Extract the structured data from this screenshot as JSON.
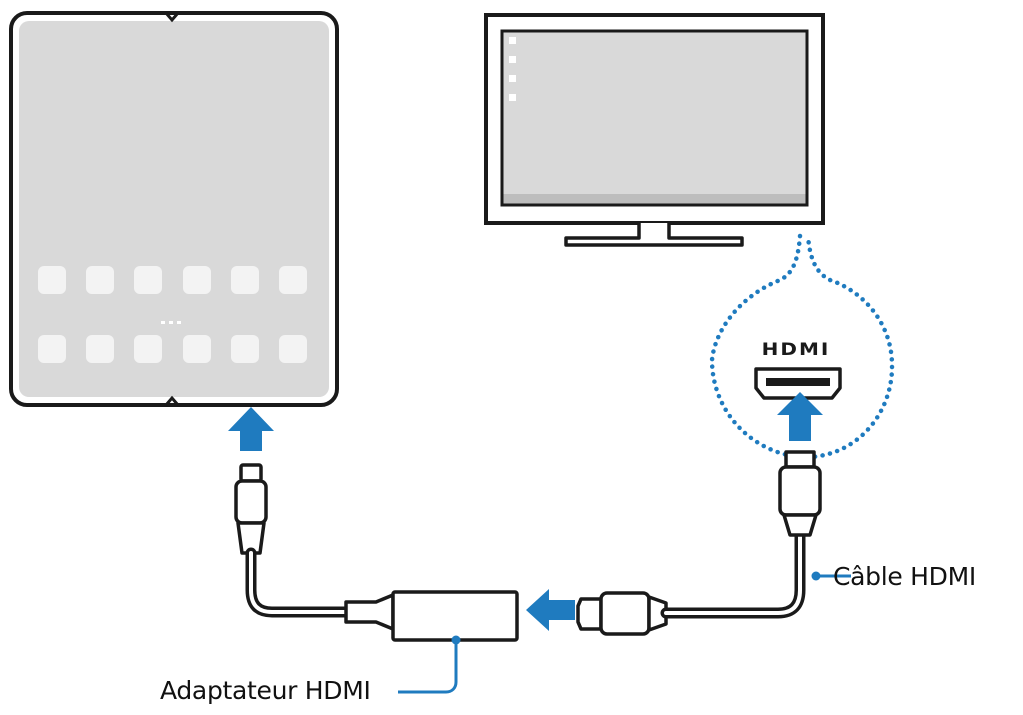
{
  "labels": {
    "hdmi_cable": "Câble HDMI",
    "hdmi_adapter": "Adaptateur HDMI",
    "hdmi_port_logo": "HDMI"
  },
  "colors": {
    "arrow": "#1f7bbf",
    "dotted_zoom": "#1f7bbf",
    "callout_line": "#1f7bbf",
    "outline": "#1a1a1a",
    "screen": "#d9d9d9",
    "app_icon": "#f3f3f3"
  },
  "icons": [
    "foldable-phone",
    "tv-monitor",
    "usb-c-plug",
    "hdmi-adapter",
    "hdmi-plug",
    "hdmi-port",
    "up-arrow",
    "left-arrow"
  ]
}
